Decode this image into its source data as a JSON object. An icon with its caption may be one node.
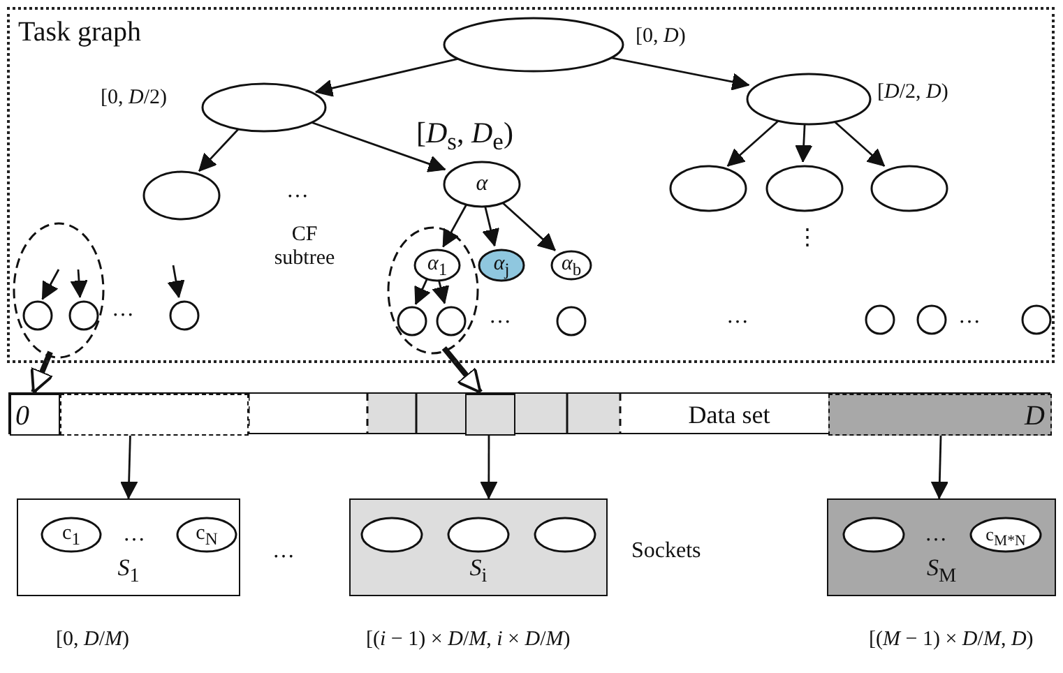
{
  "diagram": {
    "nodes": [
      {
        "text": [
          "Task graph"
        ]
      },
      {
        "text": [],
        "shape": "ellipse",
        "in": 0,
        "beside": [
          "[0, *D*)"
        ]
      },
      {
        "text": [],
        "shape": "ellipse",
        "in": 0,
        "beside": [
          "[0, *D*/2)"
        ]
      },
      {
        "text": [],
        "shape": "ellipse",
        "in": 0,
        "beside": [
          "[*D*/2, *D*)"
        ]
      },
      {
        "text": [],
        "shape": "ellipse",
        "in": 0
      },
      {
        "text": [
          "*α*"
        ],
        "in": 0,
        "beside": [
          "[*D*$_{s}$, *D*$_{e}$)"
        ]
      },
      {
        "text": [],
        "shape": "ellipse",
        "in": 0
      },
      {
        "text": [],
        "shape": "ellipse",
        "in": 0
      },
      {
        "text": [],
        "shape": "ellipse",
        "in": 0
      },
      {
        "text": [],
        "shape": "ellipse",
        "in": 0
      },
      {
        "text": [
          "*α*$_{1}$"
        ],
        "in": 9
      },
      {
        "text": [
          "*α*$_{j}$"
        ],
        "in": 0
      },
      {
        "text": [
          "*α*$_{b}$"
        ],
        "in": 0
      },
      {
        "text": [],
        "shape": "ellipse",
        "in": 0
      },
      {
        "text": [],
        "shape": "circle",
        "in": 13
      },
      {
        "text": [],
        "shape": "circle",
        "in": 13
      },
      {
        "text": [],
        "shape": "circle",
        "in": 0
      },
      {
        "text": [],
        "shape": "circle",
        "in": 9
      },
      {
        "text": [],
        "shape": "circle",
        "in": 9
      },
      {
        "text": [],
        "shape": "circle",
        "in": 0
      },
      {
        "text": [],
        "shape": "circle",
        "in": 0
      },
      {
        "text": [],
        "shape": "circle",
        "in": 0
      },
      {
        "text": [],
        "shape": "circle",
        "in": 0
      },
      {
        "text": [
          "Data set"
        ]
      },
      {
        "text": [
          "*0*"
        ],
        "in": 23
      },
      {
        "text": [],
        "shape": "box",
        "in": 23
      },
      {
        "text": [],
        "shape": "box",
        "in": 23
      },
      {
        "text": [
          "*D*"
        ],
        "in": 23
      },
      {
        "text": [
          "*S*$_{1}$"
        ],
        "beside": [
          "[0, *D*/*M*)"
        ]
      },
      {
        "text": [
          "c$_{1}$"
        ],
        "in": 28
      },
      {
        "text": [
          "c$_{N}$"
        ],
        "in": 28
      },
      {
        "text": [
          "*S*$_{i}$"
        ],
        "beside": [
          "[(*i* − 1) × *D*/*M*, *i* × *D*/*M*)"
        ]
      },
      {
        "text": [],
        "shape": "ellipse",
        "in": 31
      },
      {
        "text": [],
        "shape": "ellipse",
        "in": 31
      },
      {
        "text": [],
        "shape": "ellipse",
        "in": 31
      },
      {
        "text": [
          "*S*$_{M}$"
        ],
        "beside": [
          "[(*M* − 1) × *D*/*M*, *D*)"
        ]
      },
      {
        "text": [],
        "shape": "ellipse",
        "in": 35
      },
      {
        "text": [
          "c$_{M*N}$"
        ],
        "in": 35
      }
    ],
    "edges": [
      {
        "from": 1,
        "to": 2,
        "arrow": "to"
      },
      {
        "from": 1,
        "to": 3,
        "arrow": "to"
      },
      {
        "from": 2,
        "to": 4,
        "arrow": "to"
      },
      {
        "from": 2,
        "to": 5,
        "arrow": "to"
      },
      {
        "from": 3,
        "to": 6,
        "arrow": "to"
      },
      {
        "from": 3,
        "to": 7,
        "arrow": "to"
      },
      {
        "from": 3,
        "to": 8,
        "arrow": "to"
      },
      {
        "from": 5,
        "to": 10,
        "arrow": "to"
      },
      {
        "from": 5,
        "to": 11,
        "arrow": "to"
      },
      {
        "from": 5,
        "to": 12,
        "arrow": "to"
      },
      {
        "from": 10,
        "to": 17,
        "arrow": "to"
      },
      {
        "from": 10,
        "to": 18,
        "arrow": "to"
      },
      {
        "from": null,
        "to": 14,
        "arrow": "to"
      },
      {
        "from": null,
        "to": 15,
        "arrow": "to"
      },
      {
        "from": null,
        "to": 16,
        "arrow": "to"
      },
      {
        "from": 13,
        "to": 24,
        "arrow": "to",
        "style": "thick"
      },
      {
        "from": 9,
        "to": 26,
        "arrow": "to",
        "style": "thick"
      },
      {
        "from": 25,
        "to": 28,
        "arrow": "to"
      },
      {
        "from": 26,
        "to": 31,
        "arrow": "to"
      },
      {
        "from": 27,
        "to": 35,
        "arrow": "to"
      }
    ],
    "labels": [
      "…",
      "CF subtree",
      "⋮",
      "…",
      "…",
      "…",
      "…",
      "…",
      "…",
      "Sockets",
      "…"
    ]
  }
}
